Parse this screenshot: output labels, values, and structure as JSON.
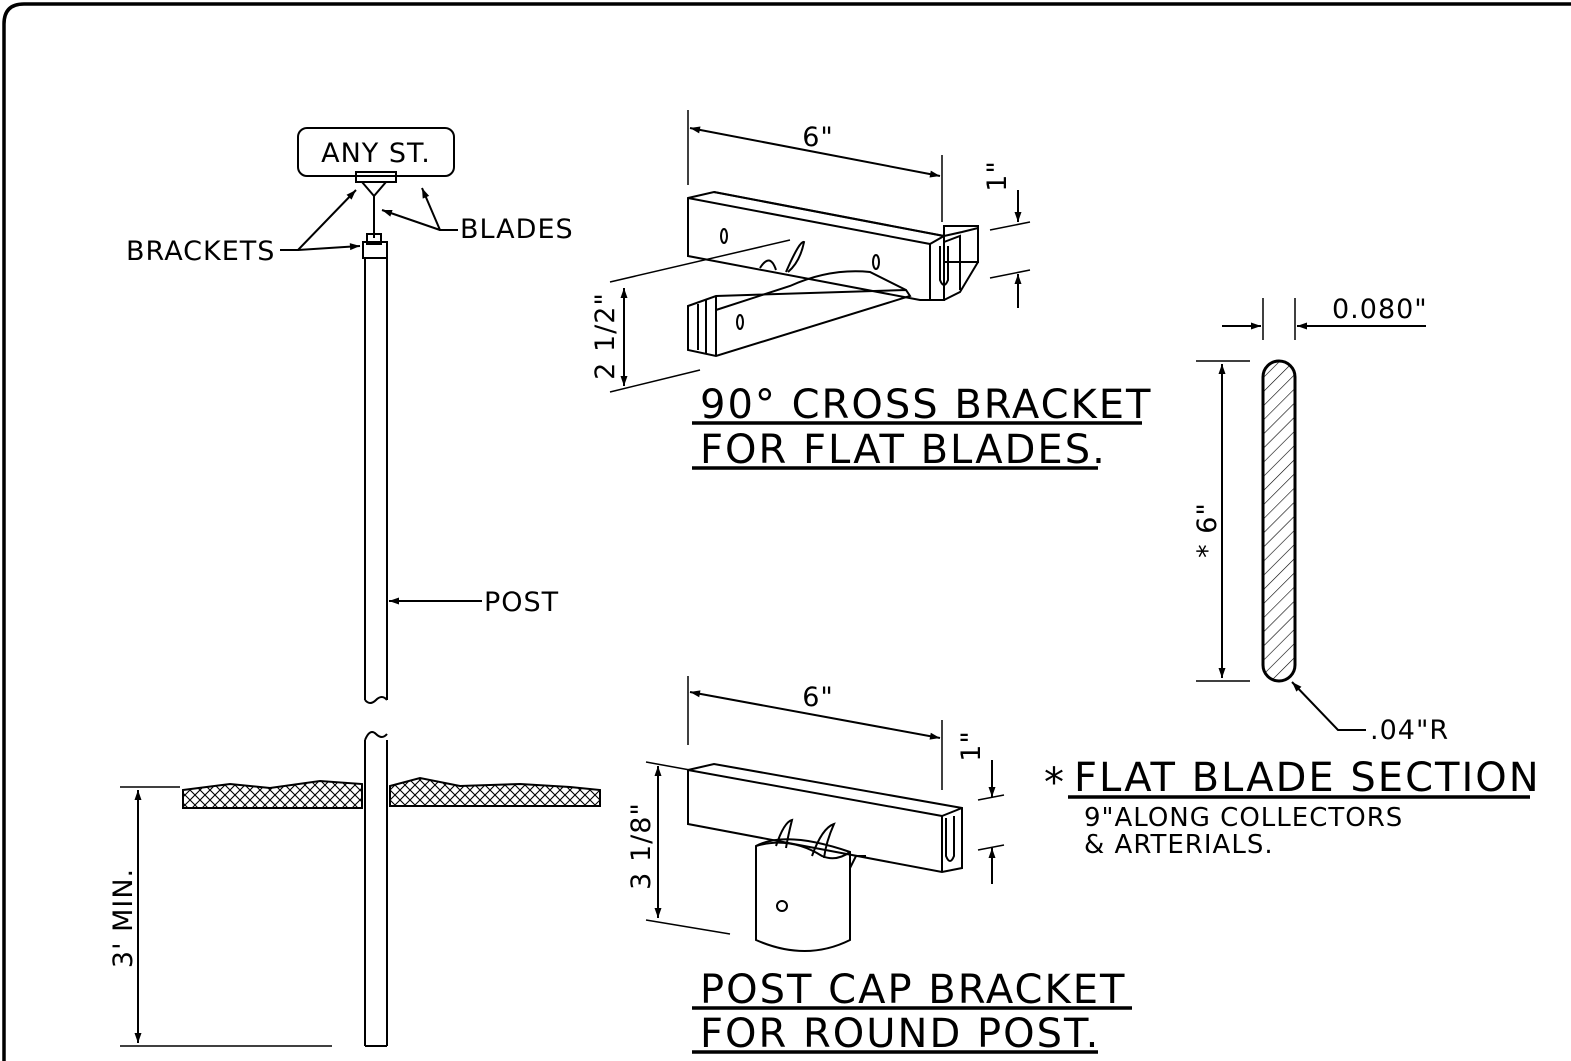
{
  "sign": {
    "blade_text": "ANY ST.",
    "label_brackets": "BRACKETS",
    "label_blades": "BLADES",
    "label_post": "POST",
    "dim_burial": "3' MIN."
  },
  "cross_bracket": {
    "dim_length": "6\"",
    "dim_height": "1\"",
    "dim_depth": "2 1/2\"",
    "title_line1": "90° CROSS BRACKET",
    "title_line2": "FOR FLAT BLADES."
  },
  "post_cap_bracket": {
    "dim_length": "6\"",
    "dim_height": "1\"",
    "dim_depth": "3 1/8\"",
    "title_line1": "POST CAP BRACKET",
    "title_line2": "FOR ROUND POST."
  },
  "blade_section": {
    "dim_thickness": "0.080\"",
    "dim_height": "* 6\"",
    "dim_radius": ".04\"R",
    "asterisk": "*",
    "title": "FLAT BLADE SECTION",
    "note_line1": "9\"ALONG COLLECTORS",
    "note_line2": "& ARTERIALS."
  }
}
